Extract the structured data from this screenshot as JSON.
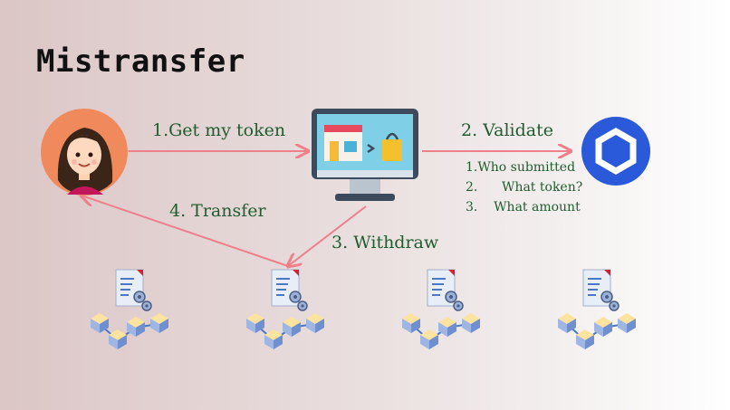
{
  "title": "Mistransfer",
  "steps": {
    "get_token": "1.Get my token",
    "validate": "2. Validate",
    "withdraw": "3. Withdraw",
    "transfer": "4. Transfer"
  },
  "validation_checks": [
    "1.Who submitted",
    "2.      What token?",
    "3.    What amount"
  ],
  "icons": {
    "user": "user-avatar-icon",
    "store": "online-store-monitor-icon",
    "validator": "chainlink-icon",
    "blockchain": "blockchain-contract-icon"
  },
  "colors": {
    "arrow": "#ef7f8a",
    "label_text": "#1f5d2e",
    "chainlink_blue": "#2a5ada"
  }
}
